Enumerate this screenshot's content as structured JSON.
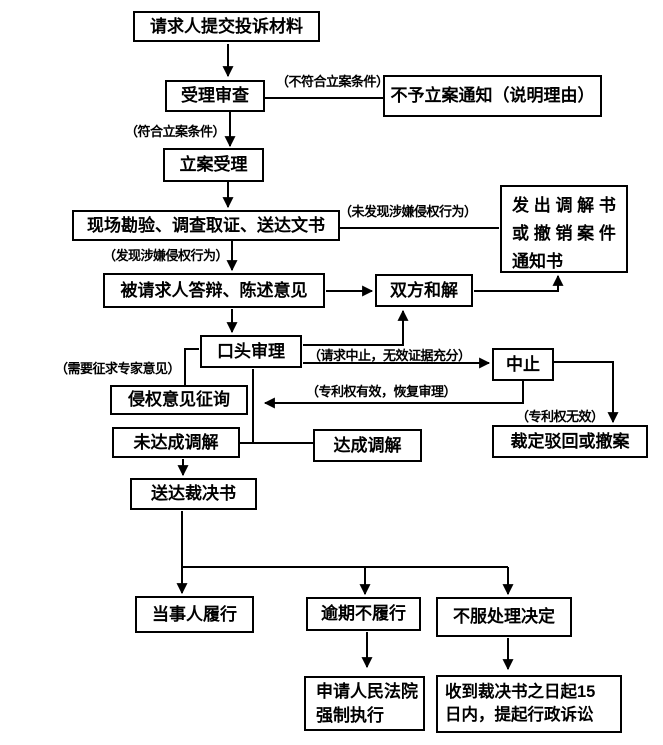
{
  "colors": {
    "line": "#000000",
    "background": "#ffffff",
    "text": "#000000"
  },
  "diagram": {
    "nodes": {
      "submit-complaint": {
        "label": "请求人提交投诉材料"
      },
      "acceptance-review": {
        "label": "受理审查"
      },
      "no-filing-notice": {
        "label": "不予立案通知（说明理由）"
      },
      "case-filing": {
        "label": "立案受理"
      },
      "investigation": {
        "label": "现场勘验、调查取证、送达文书"
      },
      "mediation-or-withdraw-notice": {
        "label": "发 出 调 解 书\n或 撤 销 案 件\n通知书"
      },
      "respondent-statement": {
        "label": "被请求人答辩、陈述意见"
      },
      "both-parties-settle": {
        "label": "双方和解"
      },
      "oral-hearing": {
        "label": "口头审理"
      },
      "suspension": {
        "label": "中止"
      },
      "infringement-opinion-consult": {
        "label": "侵权意见征询"
      },
      "dismiss-or-withdraw": {
        "label": "裁定驳回或撤案"
      },
      "mediation-failed": {
        "label": "未达成调解"
      },
      "mediation-reached": {
        "label": "达成调解"
      },
      "deliver-decision": {
        "label": "送达裁决书"
      },
      "party-performs": {
        "label": "当事人履行"
      },
      "overdue-nonperformance": {
        "label": "逾期不履行"
      },
      "dissatisfied-with-decision": {
        "label": "不服处理决定"
      },
      "court-enforcement": {
        "label": "申请人民法院\n强制执行"
      },
      "administrative-lawsuit": {
        "label": "收到裁决书之日起15\n日内，提起行政诉讼"
      }
    },
    "edge_labels": {
      "not-meet-filing": "（不符合立案条件）",
      "meet-filing": "（符合立案条件）",
      "no-infringement-found": "（未发现涉嫌侵权行为）",
      "infringement-found": "（发现涉嫌侵权行为）",
      "need-expert-opinion": "（需要征求专家意见）",
      "request-suspension": "（请求中止，无效证据充分）",
      "patent-valid-resume": "（专利权有效，恢复审理）",
      "patent-invalid": "（专利权无效）"
    }
  }
}
